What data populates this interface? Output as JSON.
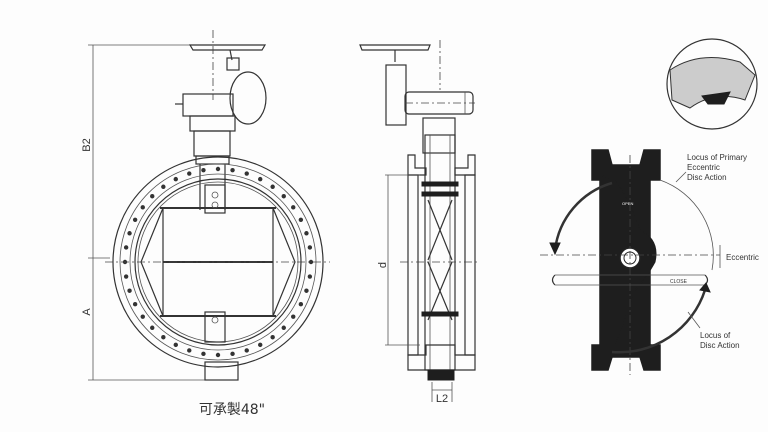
{
  "front_view": {
    "dim_b2": "B2",
    "dim_a": "A",
    "caption": "可承製48\""
  },
  "side_view": {
    "dim_d": "d",
    "dim_l2": "L2"
  },
  "section_view": {
    "locus_primary_line1": "Locus of Primary",
    "locus_primary_line2": "Eccentric",
    "locus_primary_line3": "Disc Action",
    "eccentric": "Eccentric",
    "locus_disc_line1": "Locus of",
    "locus_disc_line2": "Disc Action",
    "open_label": "OPEN",
    "close_label": "CLOSE"
  }
}
